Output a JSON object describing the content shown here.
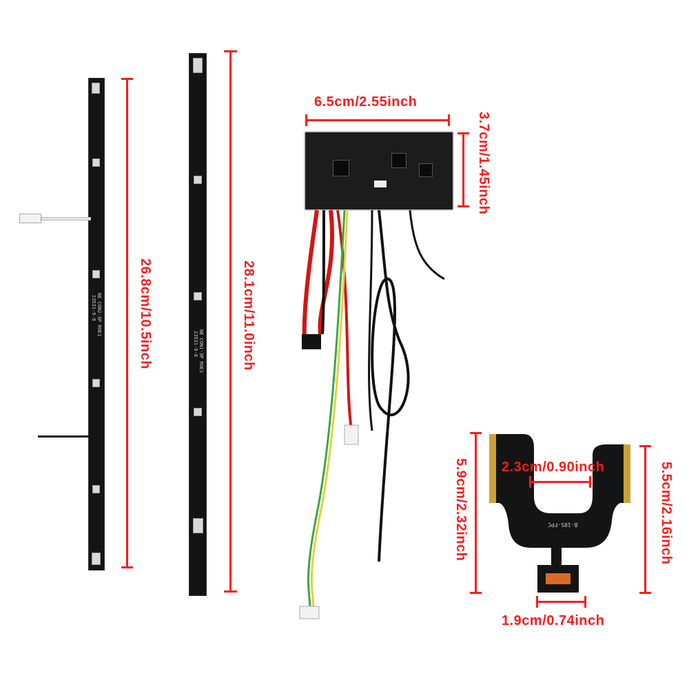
{
  "dimensions": {
    "strip_short_length": "26.8cm/10.5inch",
    "strip_long_length": "28.1cm/11.0inch",
    "bms_width": "6.5cm/2.55inch",
    "bms_height": "3.7cm/1.45inch",
    "fpc_height_left": "5.9cm/2.32inch",
    "fpc_height_right": "5.5cm/2.16inch",
    "fpc_gap_width": "2.3cm/0.90inch",
    "fpc_connector_width": "1.9cm/0.74inch"
  },
  "silkscreen": {
    "strip_short": "NE CON2-3P ROE1",
    "strip_short_date": "23531-9-8",
    "strip_long": "NE CON1-3P ROE1",
    "strip_long_date": "23531-9-8",
    "fpc": "B-10S-FPC"
  },
  "colors": {
    "dimension": "#ff1a1a",
    "pcb": "#141414",
    "background": "#ffffff"
  }
}
